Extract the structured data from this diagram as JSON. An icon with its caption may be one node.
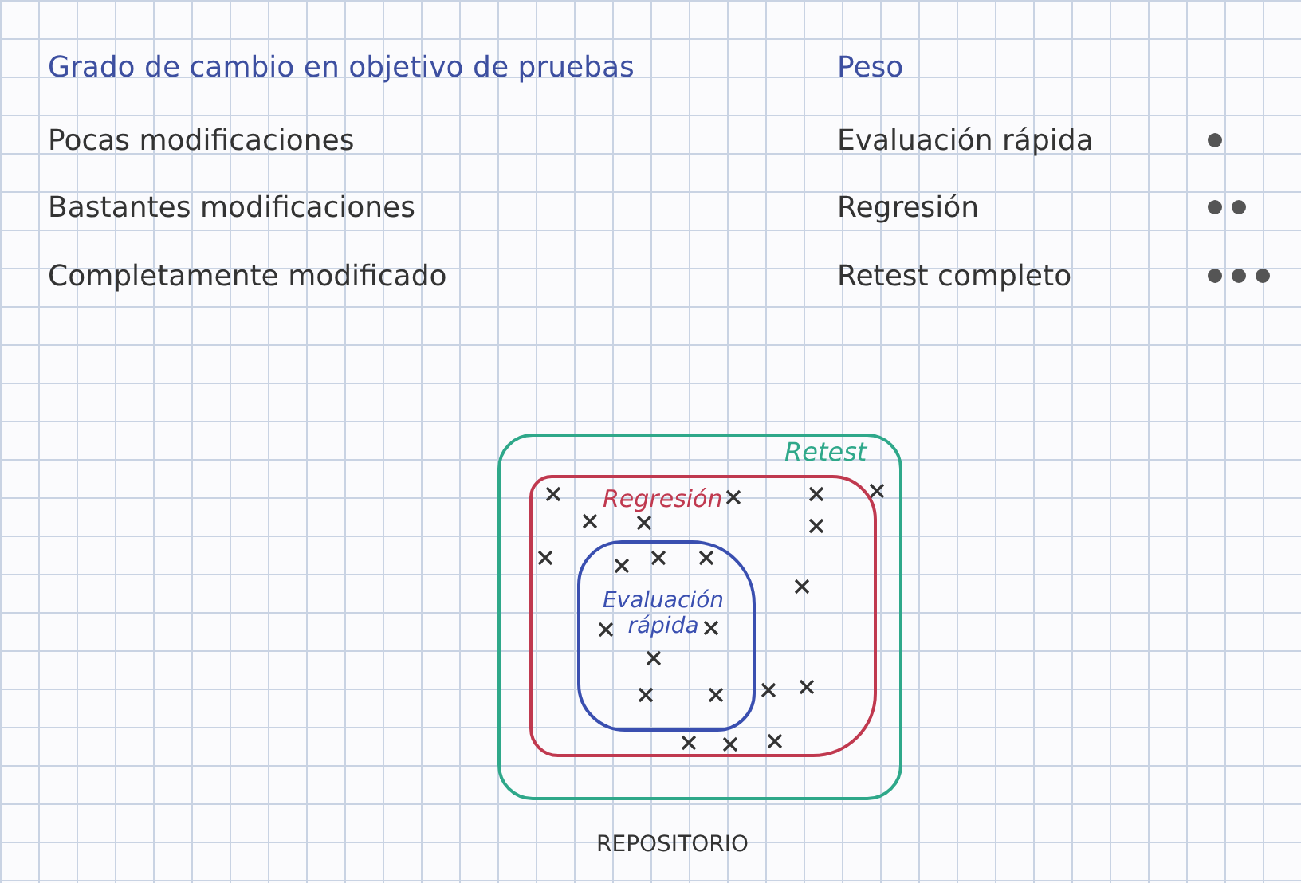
{
  "diagram": {
    "nodes": [
      {
        "text": [
          "Retest"
        ]
      },
      {
        "text": [
          "Regresión"
        ],
        "in": 0
      },
      {
        "text": [
          "Evaluación rápida"
        ],
        "in": 1
      }
    ],
    "labels": [
      "Grado de cambio en objetivo de pruebas",
      "Peso",
      "Pocas modificaciones",
      "Evaluación rápida",
      "Bastantes modificaciones",
      "Regresión",
      "Completamente modificado",
      "Retest completo",
      "REPOSITORIO"
    ]
  }
}
